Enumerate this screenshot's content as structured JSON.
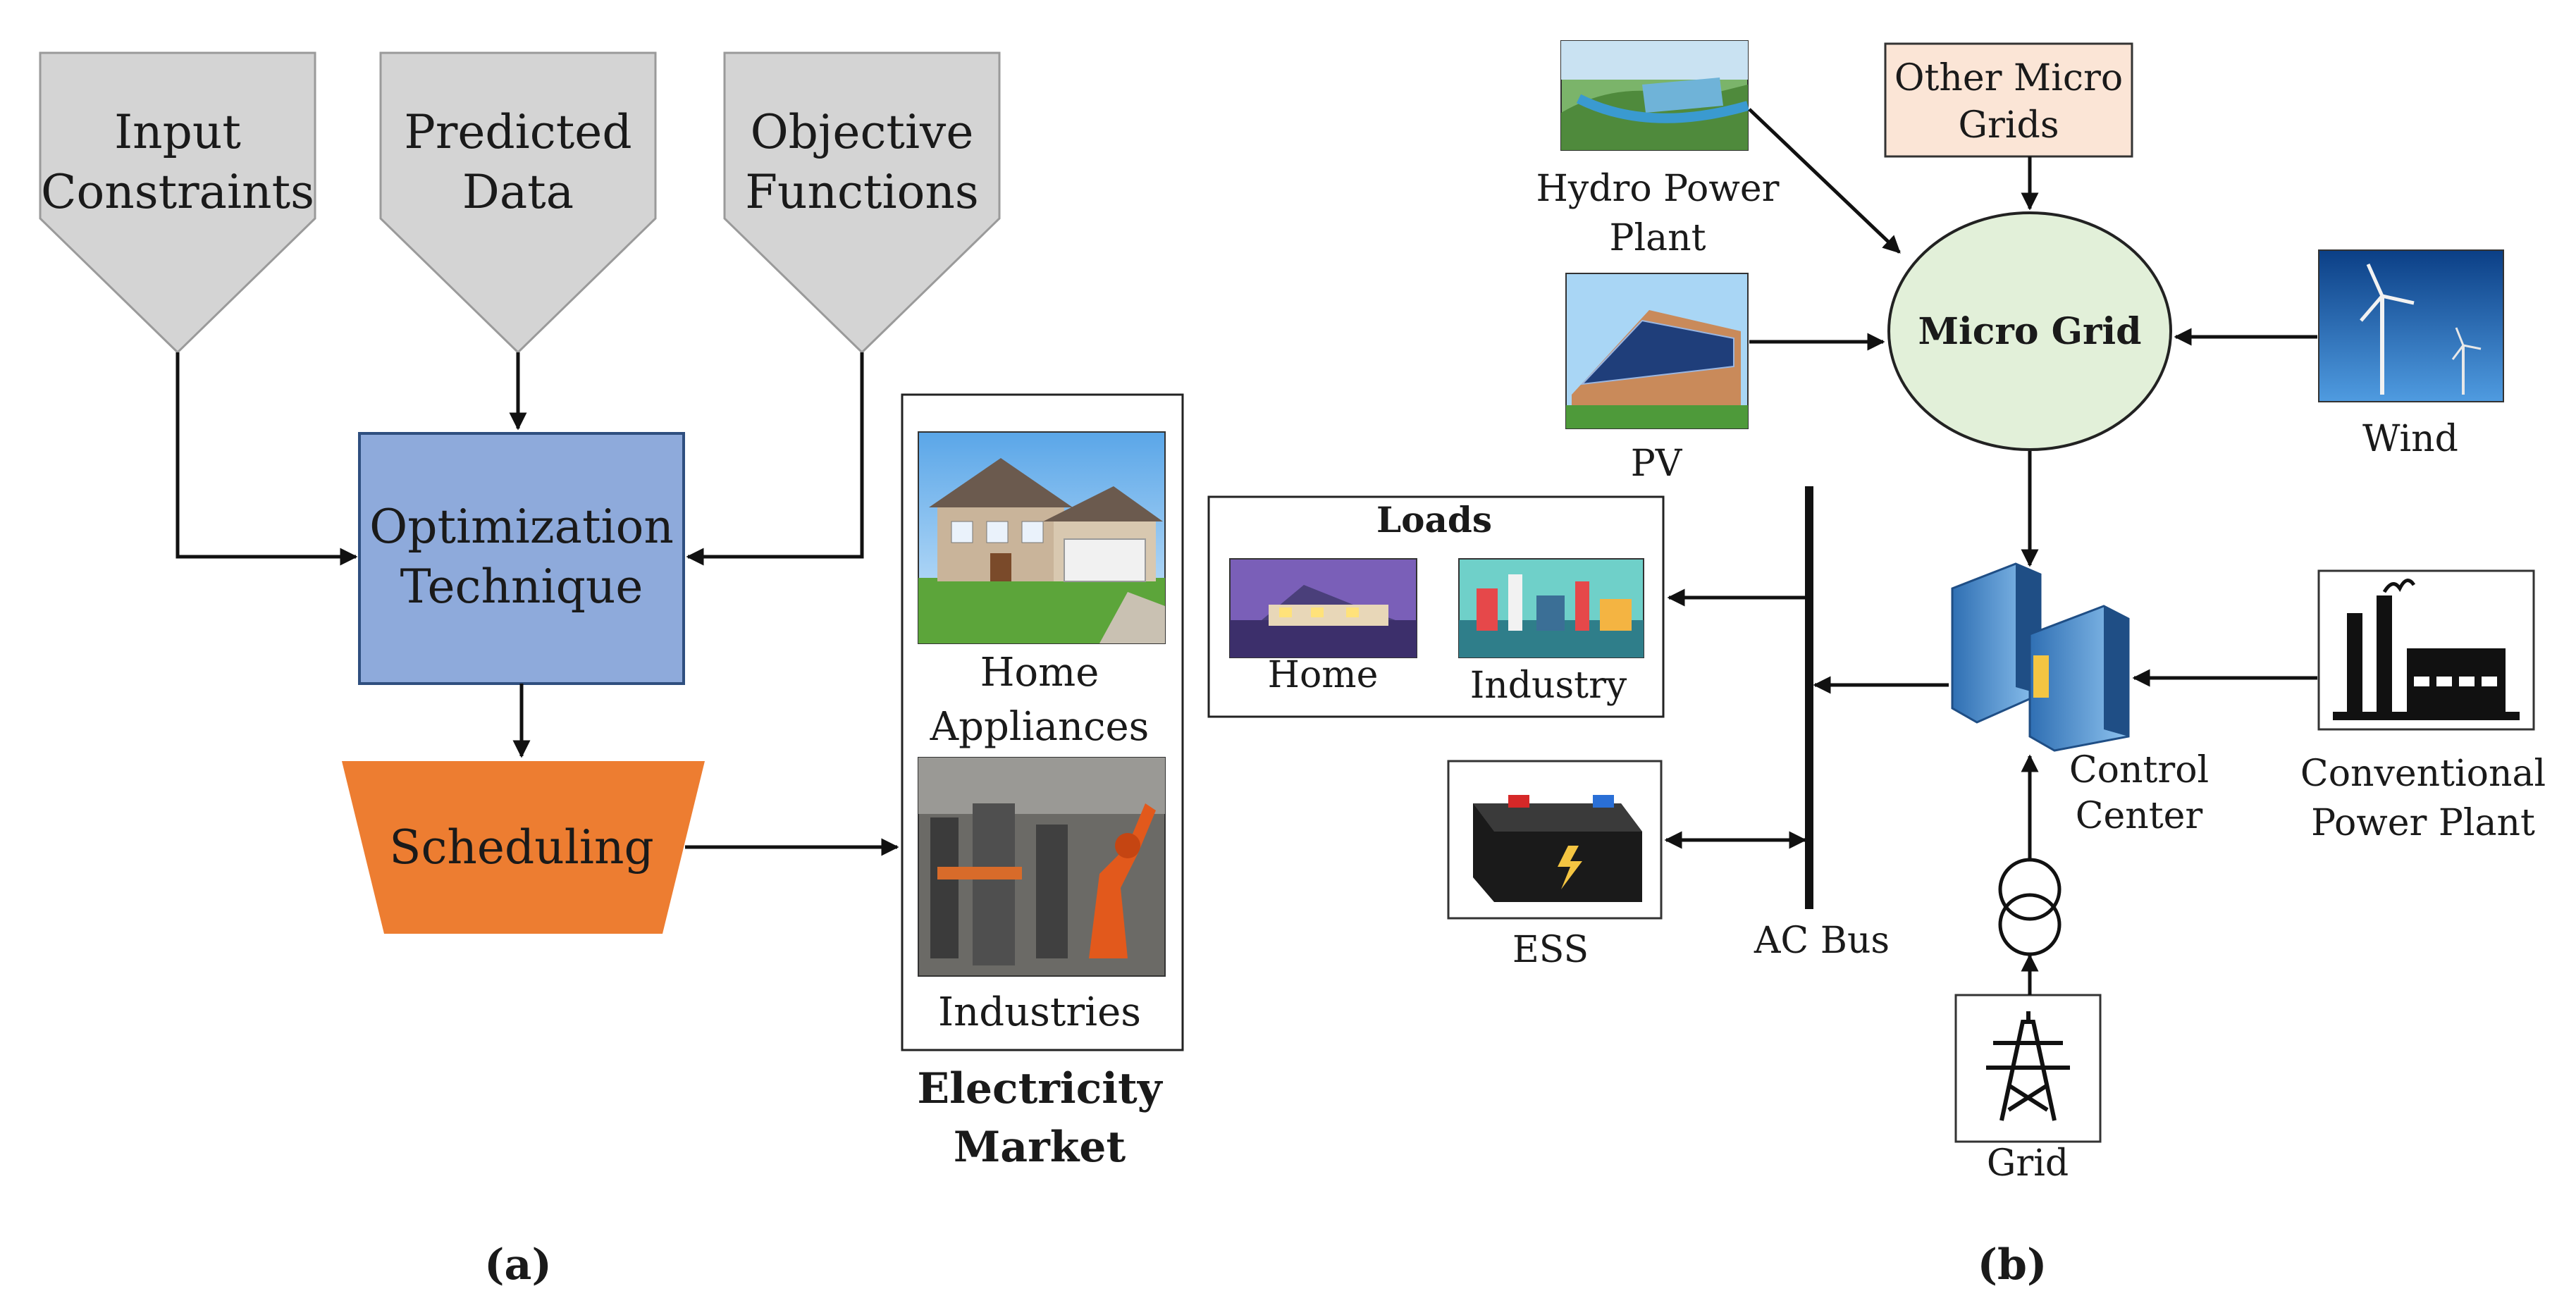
{
  "panel_a": {
    "inputs": [
      {
        "line1": "Input",
        "line2": "Constraints"
      },
      {
        "line1": "Predicted",
        "line2": "Data"
      },
      {
        "line1": "Objective",
        "line2": "Functions"
      }
    ],
    "optimization": {
      "line1": "Optimization",
      "line2": "Technique"
    },
    "scheduling": "Scheduling",
    "market": {
      "home_label_1": "Home",
      "home_label_2": "Appliances",
      "industry_label": "Industries",
      "title_1": "Electricity",
      "title_2": "Market"
    },
    "caption": "(a)",
    "colors": {
      "input_fill": "#d4d4d4",
      "optimization_fill": "#8eaadb",
      "scheduling_fill": "#ed7d31"
    }
  },
  "panel_b": {
    "hydro": {
      "line1": "Hydro Power",
      "line2": "Plant"
    },
    "other_grids": {
      "line1": "Other Micro",
      "line2": "Grids"
    },
    "micro_grid": "Micro Grid",
    "pv": "PV",
    "wind": "Wind",
    "loads": {
      "title": "Loads",
      "home": "Home",
      "industry": "Industry"
    },
    "control_center": {
      "line1": "Control",
      "line2": "Center"
    },
    "conventional": {
      "line1": "Conventional",
      "line2": "Power Plant"
    },
    "ess": "ESS",
    "ac_bus": "AC Bus",
    "grid": "Grid",
    "caption": "(b)",
    "colors": {
      "micro_grid_fill": "#e2f0d9",
      "other_grids_fill": "#fbe5d6"
    }
  }
}
